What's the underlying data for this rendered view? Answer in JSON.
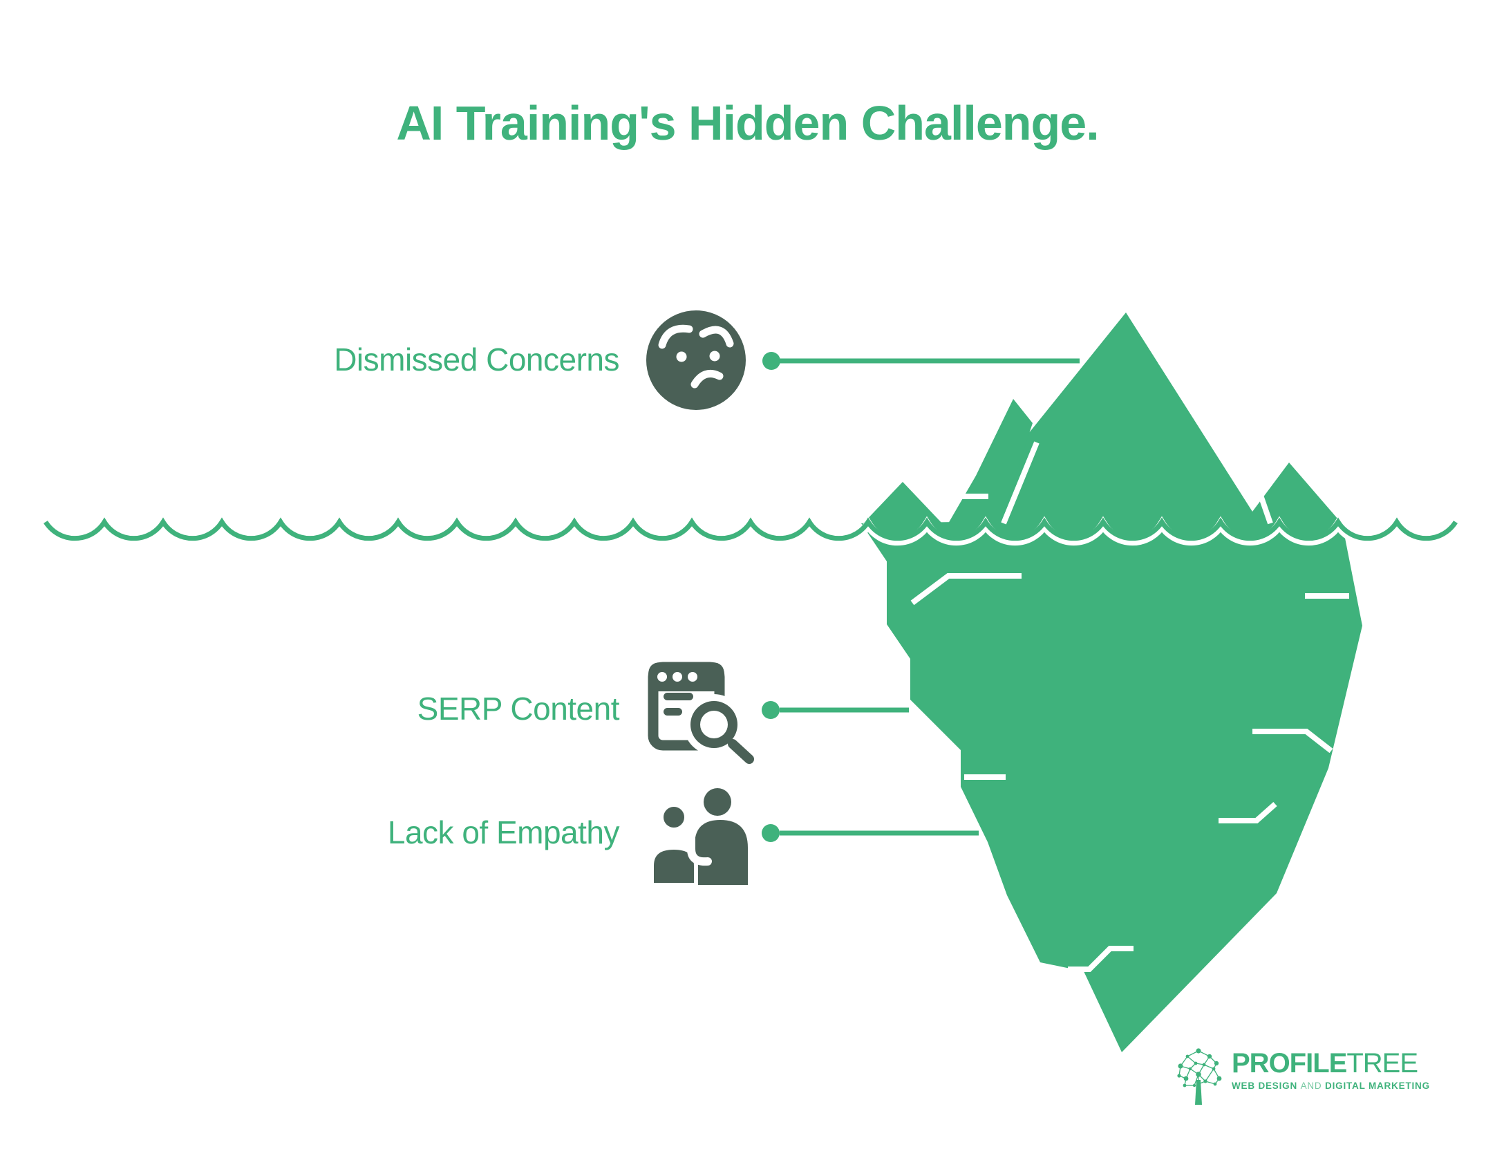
{
  "title": "AI Training's Hidden Challenge.",
  "items": [
    {
      "label": "Dismissed Concerns",
      "icon": "worried-face-icon"
    },
    {
      "label": "SERP Content",
      "icon": "serp-search-icon"
    },
    {
      "label": "Lack of Empathy",
      "icon": "people-empathy-icon"
    }
  ],
  "logo": {
    "brand_bold": "PROFILE",
    "brand_light": "TREE",
    "tagline_web": "WEB DESIGN",
    "tagline_and": "AND",
    "tagline_digital": "DIGITAL MARKETING"
  },
  "colors": {
    "green": "#3FB27C",
    "dark_icon": "#4A6056",
    "background": "#FFFFFF"
  }
}
